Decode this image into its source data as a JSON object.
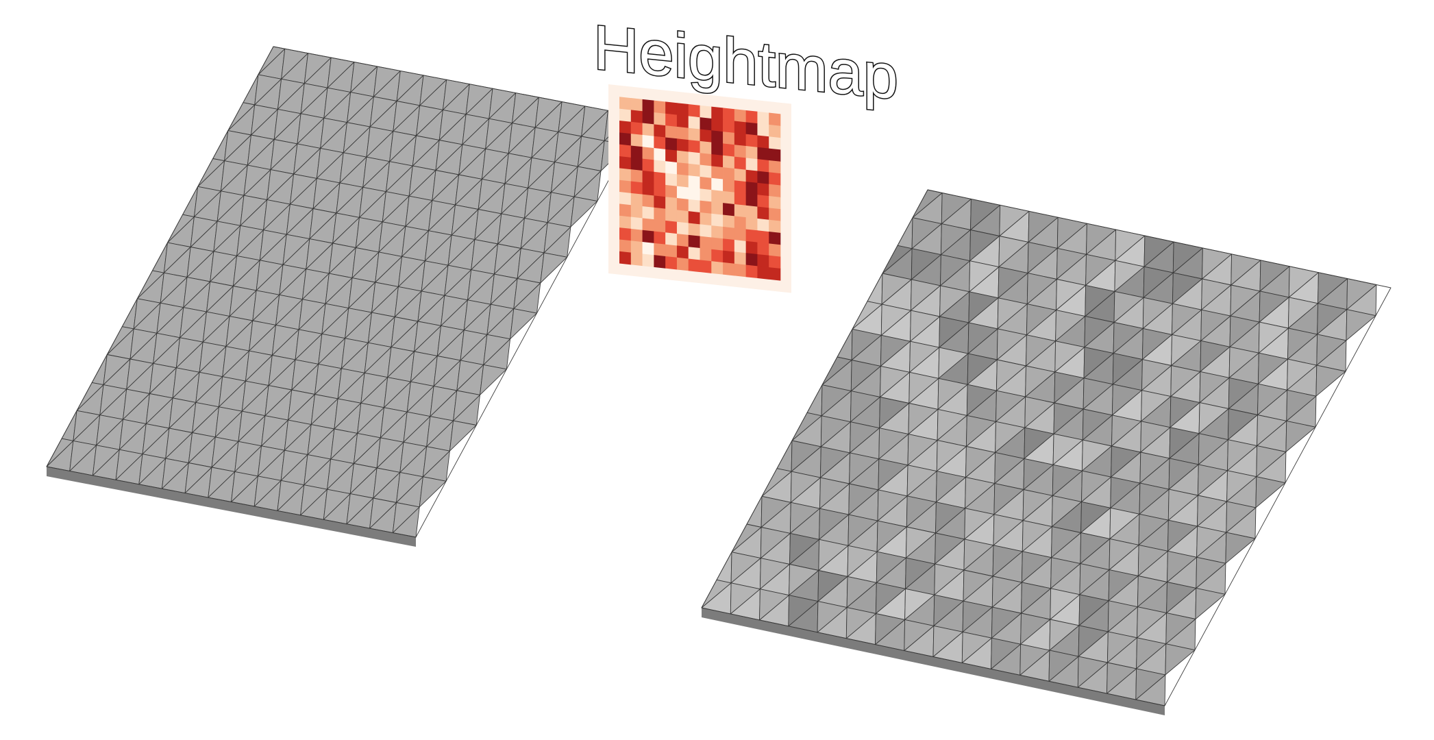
{
  "title": "Heightmap",
  "colors": {
    "background": "#ffffff",
    "flat_top": "#acacac",
    "slab_side": "#7c7c7c",
    "wire": "#3a3a3a",
    "heightmap_frame": "#fdf0e6"
  },
  "heightmap": {
    "rows": 14,
    "cols": 14,
    "palette": [
      "#fff5eb",
      "#fde0c8",
      "#f8b992",
      "#f3916b",
      "#e94f3a",
      "#c3291f",
      "#8b1419"
    ],
    "values": [
      [
        2,
        2,
        6,
        3,
        5,
        5,
        4,
        1,
        5,
        4,
        3,
        4,
        1,
        3
      ],
      [
        1,
        5,
        6,
        2,
        4,
        5,
        1,
        6,
        5,
        4,
        5,
        6,
        1,
        2
      ],
      [
        5,
        4,
        2,
        5,
        3,
        3,
        2,
        5,
        6,
        3,
        5,
        4,
        5,
        1
      ],
      [
        6,
        2,
        0,
        4,
        6,
        5,
        4,
        2,
        6,
        4,
        3,
        2,
        6,
        6
      ],
      [
        4,
        6,
        3,
        0,
        5,
        2,
        1,
        3,
        5,
        2,
        4,
        1,
        4,
        3
      ],
      [
        5,
        6,
        4,
        1,
        0,
        3,
        2,
        1,
        3,
        3,
        2,
        5,
        6,
        4
      ],
      [
        2,
        3,
        5,
        4,
        1,
        2,
        0,
        3,
        0,
        3,
        4,
        6,
        5,
        3
      ],
      [
        3,
        4,
        5,
        4,
        3,
        0,
        0,
        1,
        2,
        2,
        4,
        6,
        4,
        2
      ],
      [
        1,
        2,
        3,
        5,
        2,
        3,
        1,
        3,
        2,
        6,
        2,
        2,
        5,
        3
      ],
      [
        3,
        2,
        1,
        3,
        2,
        2,
        5,
        2,
        1,
        2,
        3,
        2,
        1,
        2
      ],
      [
        2,
        1,
        3,
        3,
        4,
        1,
        2,
        1,
        2,
        3,
        3,
        4,
        4,
        6
      ],
      [
        4,
        3,
        6,
        4,
        1,
        3,
        6,
        3,
        3,
        4,
        1,
        5,
        4,
        3
      ],
      [
        3,
        2,
        0,
        3,
        3,
        5,
        1,
        3,
        4,
        5,
        2,
        6,
        5,
        4
      ],
      [
        5,
        2,
        1,
        6,
        4,
        3,
        4,
        4,
        2,
        3,
        3,
        4,
        5,
        5
      ]
    ]
  }
}
